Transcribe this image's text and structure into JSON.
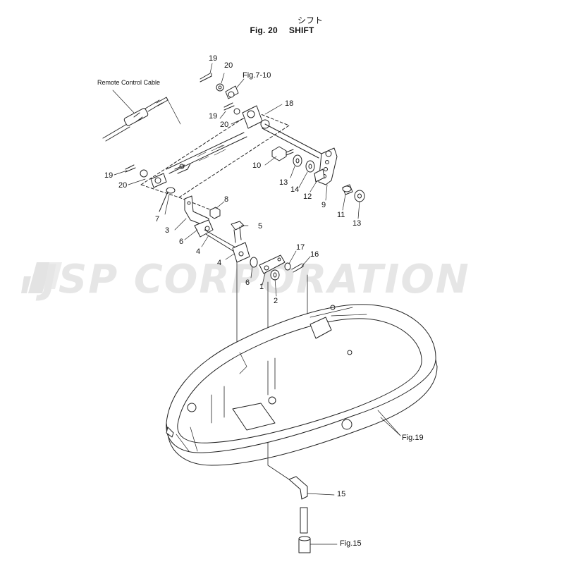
{
  "header": {
    "japanese_title": "シフト",
    "figure_number": "Fig. 20",
    "figure_name": "SHIFT"
  },
  "watermark": {
    "text": "JSP CORPORATION"
  },
  "callouts": [
    {
      "id": "c19a",
      "text": "19"
    },
    {
      "id": "c20a",
      "text": "20"
    },
    {
      "id": "cfig710",
      "text": "Fig.7-10"
    },
    {
      "id": "cremote",
      "text": "Remote Control Cable"
    },
    {
      "id": "c18",
      "text": "18"
    },
    {
      "id": "c19b",
      "text": "19"
    },
    {
      "id": "c20b",
      "text": "20"
    },
    {
      "id": "c10",
      "text": "10"
    },
    {
      "id": "c13a",
      "text": "13"
    },
    {
      "id": "c14",
      "text": "14"
    },
    {
      "id": "c12",
      "text": "12"
    },
    {
      "id": "c9",
      "text": "9"
    },
    {
      "id": "c11",
      "text": "11"
    },
    {
      "id": "c13b",
      "text": "13"
    },
    {
      "id": "c19c",
      "text": "19"
    },
    {
      "id": "c20c",
      "text": "20"
    },
    {
      "id": "c7",
      "text": "7"
    },
    {
      "id": "c8",
      "text": "8"
    },
    {
      "id": "c3",
      "text": "3"
    },
    {
      "id": "c6a",
      "text": "6"
    },
    {
      "id": "c5",
      "text": "5"
    },
    {
      "id": "c4a",
      "text": "4"
    },
    {
      "id": "c4b",
      "text": "4"
    },
    {
      "id": "c17",
      "text": "17"
    },
    {
      "id": "c16",
      "text": "16"
    },
    {
      "id": "c6b",
      "text": "6"
    },
    {
      "id": "c1",
      "text": "1"
    },
    {
      "id": "c2",
      "text": "2"
    },
    {
      "id": "cfig19",
      "text": "Fig.19"
    },
    {
      "id": "c15",
      "text": "15"
    },
    {
      "id": "cfig15",
      "text": "Fig.15"
    }
  ]
}
